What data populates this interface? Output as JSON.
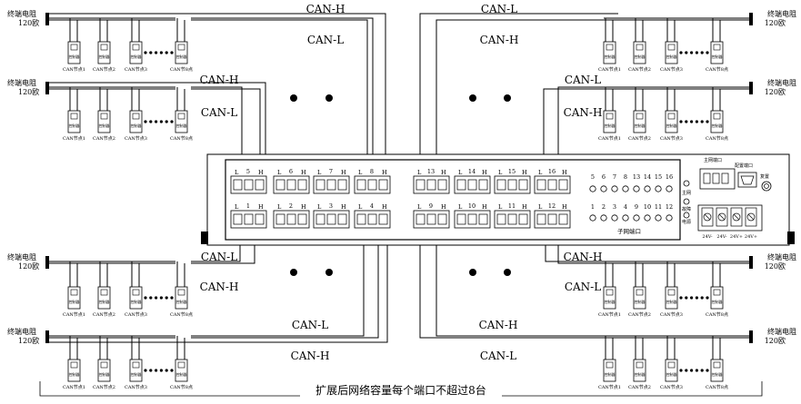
{
  "labels": {
    "can_h": "CAN-H",
    "can_l": "CAN-L",
    "term_line1": "终端电阻",
    "term_line2": "120欧",
    "controller": "控制器",
    "node_1": "CAN节点1",
    "node_2": "CAN节点2",
    "node_3": "CAN节点3",
    "node_8": "CAN节8点",
    "caption": "扩展后网络容量每个端口不超过8台"
  },
  "device": {
    "main_port": "主网端口",
    "config_port": "配置端口",
    "reset": "复置",
    "main_net": "主网",
    "fault": "故障",
    "power": "电源",
    "subnet_ports": "子网端口",
    "led_top": [
      "5",
      "6",
      "7",
      "8",
      "13",
      "14",
      "15",
      "16"
    ],
    "led_bottom": [
      "1",
      "2",
      "3",
      "4",
      "9",
      "10",
      "11",
      "12"
    ],
    "port_top": [
      "5",
      "6",
      "7",
      "8",
      "13",
      "14",
      "15",
      "16"
    ],
    "port_bottom": [
      "1",
      "2",
      "3",
      "4",
      "9",
      "10",
      "11",
      "12"
    ],
    "power_pins": [
      "24V-",
      "24V-",
      "24V+",
      "24V+"
    ],
    "pin_l": "L",
    "pin_h": "H"
  }
}
